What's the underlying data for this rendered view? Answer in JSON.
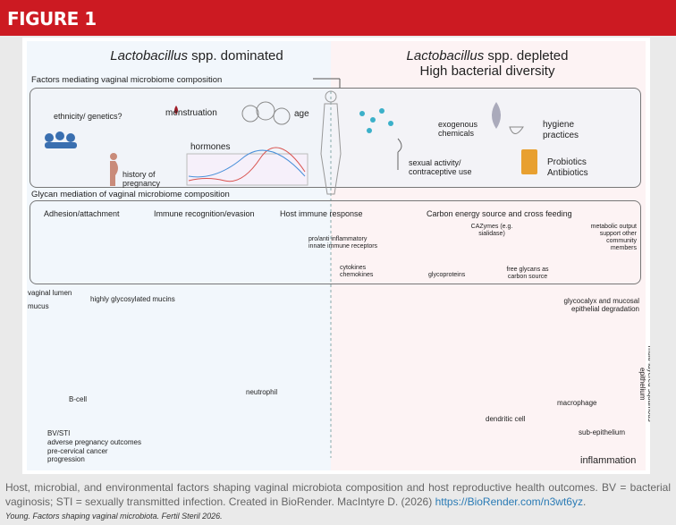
{
  "header": {
    "title": "FIGURE 1"
  },
  "figure": {
    "left_title_italic": "Lactobacillus",
    "left_title_rest": " spp. dominated",
    "right_title_italic": "Lactobacillus",
    "right_title_rest": " spp. depleted",
    "right_subtitle": "High bacterial diversity",
    "section1": "Factors mediating vaginal microbiome composition",
    "factors": {
      "ethnicity": "ethnicity/ genetics?",
      "menstruation": "menstruation",
      "age": "age",
      "pregnancy": "history of pregnancy",
      "hormones": "hormones",
      "chemicals": "exogenous chemicals",
      "hygiene": "hygiene practices",
      "sexual": "sexual activity/ contraceptive use",
      "probiotics": "Probiotics Antibiotics"
    },
    "section2": "Glycan mediation of vaginal microbiome composition",
    "glycan": {
      "adhesion": "Adhesion/attachment",
      "immune_recog": "Immune recognition/evasion",
      "host_immune": "Host immune response",
      "carbon": "Carbon energy source and cross feeding",
      "receptors": "pro/anti inflammatory innate immune receptors",
      "cytokines": "cytokines chemokines",
      "cazymes": "CAZymes (e.g. sialidase)",
      "metabolic": "metabolic output support other community members",
      "glycoproteins": "glycoproteins",
      "free_glycans": "free glycans as carbon source"
    },
    "tissue": {
      "lumen": "vaginal lumen",
      "mucus": "mucus",
      "mucins": "highly glycosylated mucins",
      "degradation": "glycocalyx and mucosal epithelial degradation",
      "neutrophil": "neutrophil",
      "bcell": "B-cell",
      "macrophage": "macrophage",
      "dendritic": "dendritic cell",
      "sub": "sub-epithelium",
      "epithelium": "multi-layered squamous epithelium",
      "outcomes": [
        "BV/STI",
        "adverse pregnancy outcomes",
        "pre-cervical cancer progression"
      ],
      "inflammation": "inflammation"
    }
  },
  "caption": {
    "text": "Host, microbial, and environmental factors shaping vaginal microbiota composition and host reproductive health outcomes. BV = bacterial vaginosis; STI = sexually transmitted infection. Created in BioRender. MacIntyre D. (2026) ",
    "link": "https://BioRender.com/n3wt6yz",
    "end": ".",
    "citation": "Young. Factors shaping vaginal microbiota. Fertil Steril 2026."
  },
  "colors": {
    "header": "#cc1a22",
    "link": "#2a7bb5"
  }
}
